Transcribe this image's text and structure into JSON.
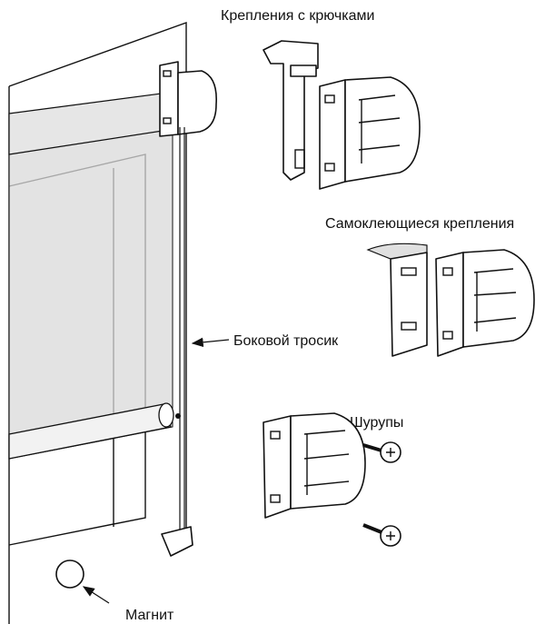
{
  "labels": {
    "hook_mounts": "Крепления с крючками",
    "adhesive_mounts": "Самоклеющиеся крепления",
    "side_cord": "Боковой тросик",
    "screws": "Шурупы",
    "magnet": "Магнит"
  },
  "colors": {
    "fabric": "#d9d9d9",
    "line": "#111111"
  }
}
